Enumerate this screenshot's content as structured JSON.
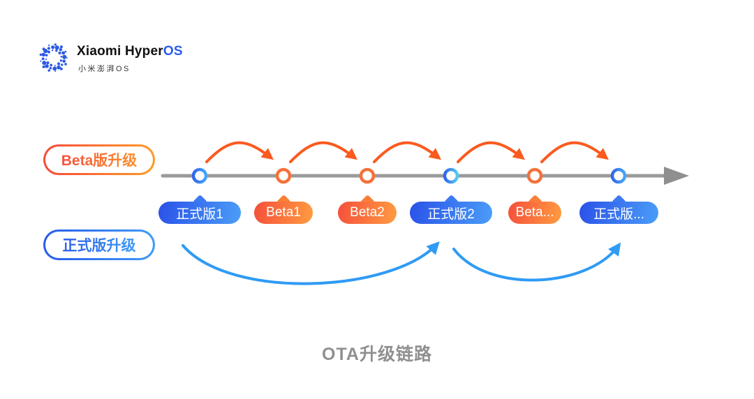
{
  "page": {
    "title": "OTA升级链路"
  },
  "logo": {
    "brand_prefix": "Xiaomi Hyper",
    "brand_suffix": "OS",
    "subtitle": "小米澎湃OS"
  },
  "legend": {
    "beta_label": "Beta版升级",
    "stable_label": "正式版升级"
  },
  "timeline": {
    "badges": [
      {
        "label": "正式版1",
        "type": "stable"
      },
      {
        "label": "Beta1",
        "type": "beta"
      },
      {
        "label": "Beta2",
        "type": "beta"
      },
      {
        "label": "正式版2",
        "type": "stable"
      },
      {
        "label": "Beta...",
        "type": "beta"
      },
      {
        "label": "正式版...",
        "type": "stable"
      }
    ]
  },
  "colors": {
    "badge_blue_start": "#2A52E8",
    "badge_blue_end": "#4B9DF8",
    "badge_orange_start": "#F54F3B",
    "badge_orange_end": "#FF9C41",
    "arc_orange": "#FB5A1E",
    "arc_blue": "#2F9BF5",
    "axis_gray": "#9A9A9A",
    "node_orange": "#F4713B",
    "title_gray": "#909090",
    "logo_blue": "#2B59E8"
  }
}
